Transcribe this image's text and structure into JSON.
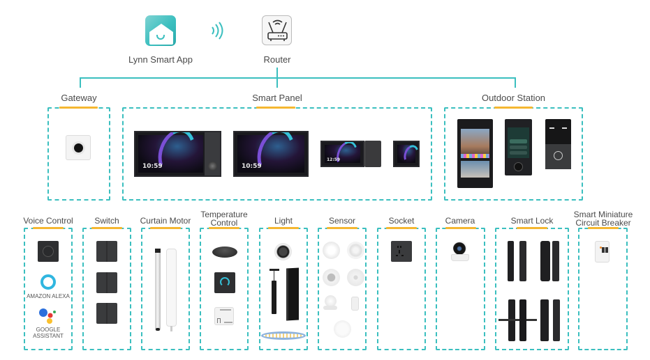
{
  "top": {
    "app_label": "Lynn Smart App",
    "router_label": "Router",
    "app_icon": "house-smile-icon",
    "router_icon": "router-icon",
    "wireless_icon": "wireless-signal-icon"
  },
  "groups": {
    "gateway": {
      "label": "Gateway"
    },
    "smart_panel": {
      "label": "Smart Panel",
      "clock": "10:59",
      "clock_small": "12:59"
    },
    "outdoor_station": {
      "label": "Outdoor Station"
    }
  },
  "categories": [
    {
      "label": "Voice Control"
    },
    {
      "label": "Switch"
    },
    {
      "label": "Curtain Motor"
    },
    {
      "label_line1": "Temperature",
      "label_line2": "Control"
    },
    {
      "label": "Light"
    },
    {
      "label": "Sensor"
    },
    {
      "label": "Socket"
    },
    {
      "label": "Camera"
    },
    {
      "label": "Smart Lock"
    },
    {
      "label_line1": "Smart Miniature",
      "label_line2": "Circuit Breaker"
    }
  ],
  "voice": {
    "alexa": "AMAZON ALEXA",
    "google_line1": "GOOGLE",
    "google_line2": "ASSISTANT"
  },
  "colors": {
    "teal": "#3bbfbf",
    "accent": "#f5b731",
    "text": "#4a4a4a"
  }
}
